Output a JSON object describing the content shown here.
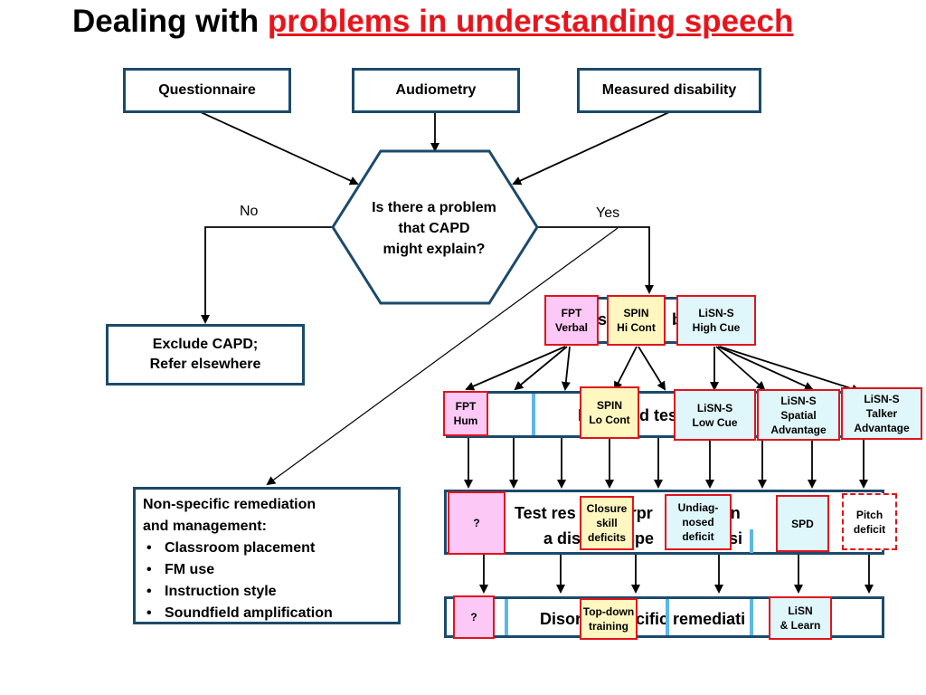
{
  "title": {
    "prefix": "Dealing with ",
    "highlight": "problems in understanding speech"
  },
  "inputs": {
    "questionnaire": "Questionnaire",
    "audiometry": "Audiometry",
    "measured_disability": "Measured disability"
  },
  "decision": {
    "text": "Is there a problem\nthat CAPD\nmight explain?",
    "no_label": "No",
    "yes_label": "Yes"
  },
  "exclude": {
    "line1": "Exclude CAPD;",
    "line2": "Refer elsewhere"
  },
  "nonspecific": {
    "line1": "Non-specific remediation",
    "line2": "and management:",
    "items": [
      "Classroom placement",
      "FM use",
      "Instruction style",
      "Soundfield amplification"
    ]
  },
  "bands": {
    "screening_fragment": "s",
    "screening_fragment2": "b",
    "followup_fragment": "d tes",
    "followup_prefix": "F",
    "interp_line1": "Test res          erpr          eadin",
    "interp_line2": "a dis          spe          gnosi",
    "remediation": "Disor          ecific remediati"
  },
  "tests": {
    "fpt_verbal": "FPT\nVerbal",
    "spin_hi_cont": "SPIN\nHi Cont",
    "lisn_high_cue": "LiSN-S\nHigh Cue",
    "fpt_hum": "FPT\nHum",
    "spin_lo_cont": "SPIN\nLo Cont",
    "lisn_low_cue": "LiSN-S\nLow Cue",
    "lisn_spatial": "LiSN-S\nSpatial\nAdvantage",
    "lisn_talker": "LiSN-S\nTalker\nAdvantage"
  },
  "diagnoses": {
    "unknown": "?",
    "closure": "Closure\nskill\ndeficits",
    "undiagnosed": "Undiag-\nnosed\ndeficit",
    "spd": "SPD",
    "pitch": "Pitch\ndeficit"
  },
  "remediations": {
    "unknown": "?",
    "top_down": "Top-down\ntraining",
    "lisn_learn": "LiSN\n& Learn"
  },
  "colors": {
    "frame": "#1b4a6b",
    "accent_red": "#e8141c",
    "pink": "#fcc8f5",
    "yellow": "#fff6c0",
    "cyan": "#dff6fa",
    "stripe": "#5ab8ec"
  }
}
